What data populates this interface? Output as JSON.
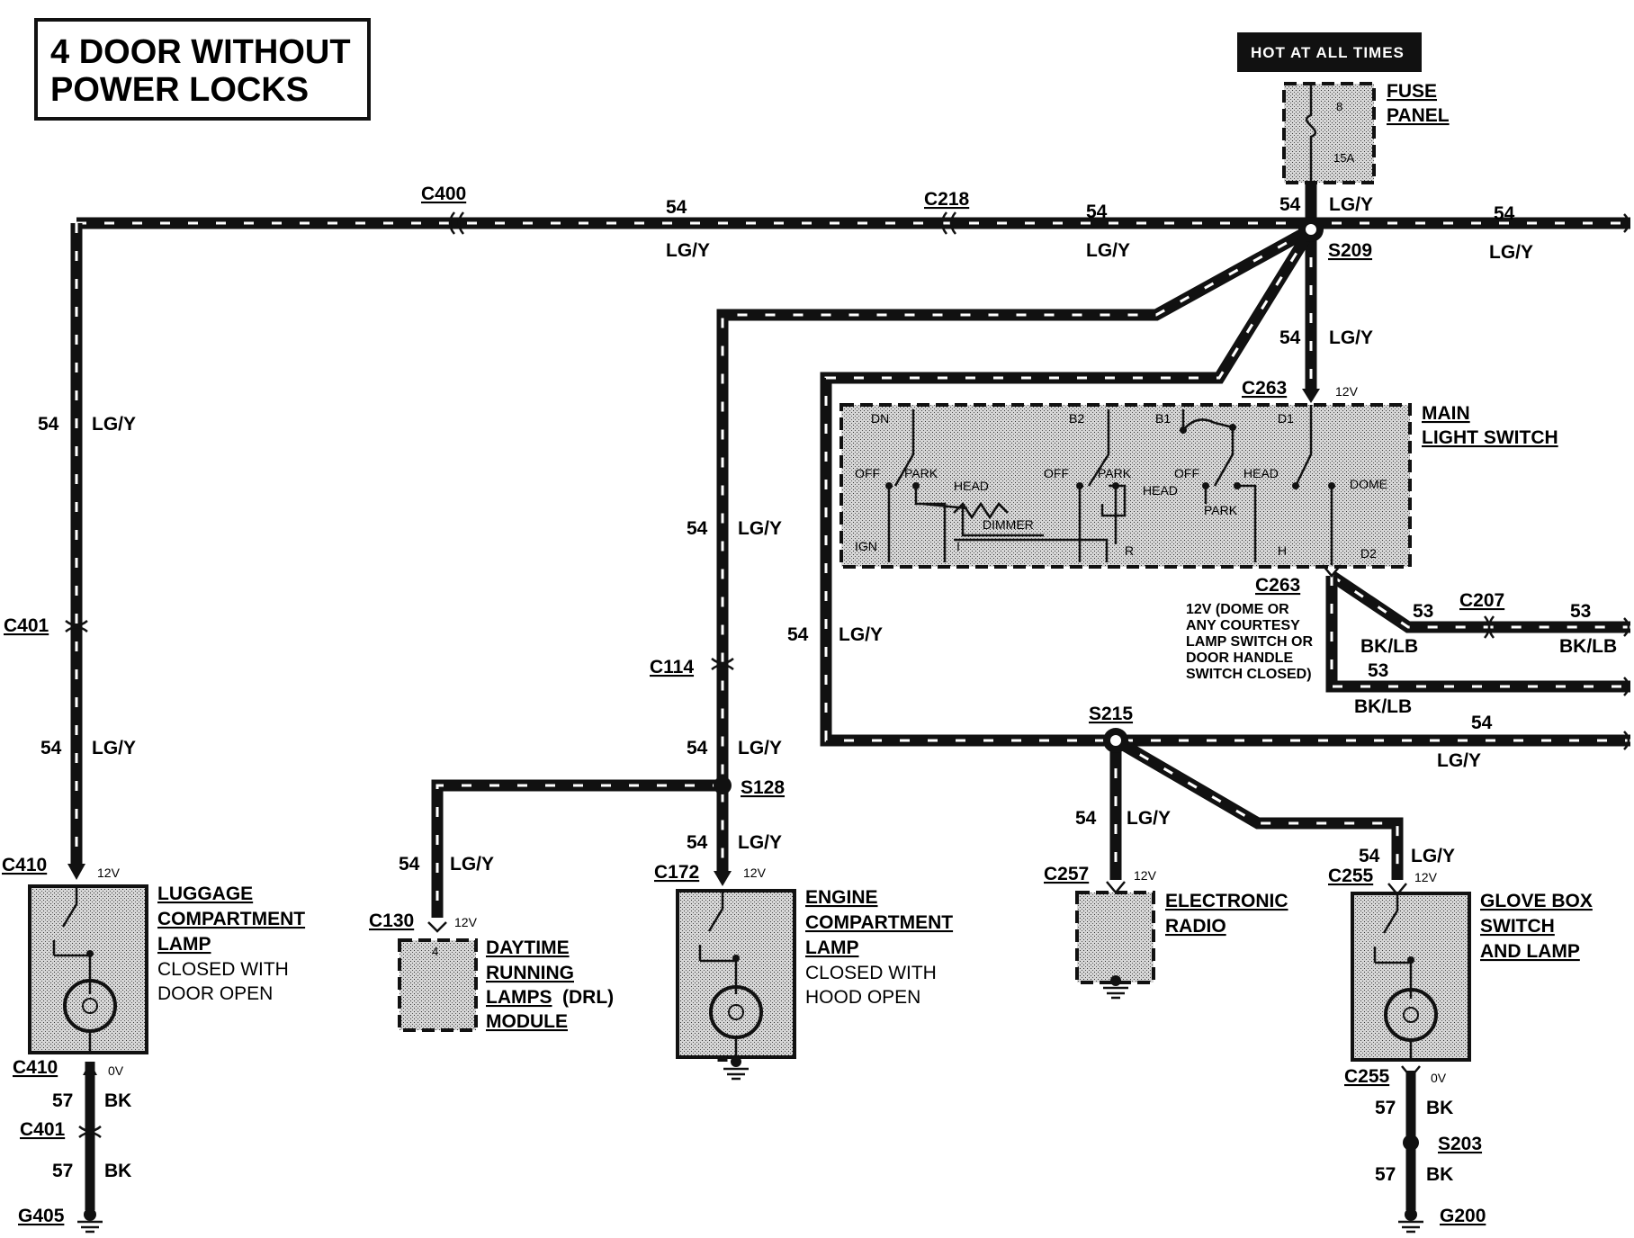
{
  "title": {
    "line1": "4 DOOR WITHOUT",
    "line2": "POWER LOCKS"
  },
  "hot_at_all_times": "HOT AT ALL TIMES",
  "fuse_panel": {
    "line1": "FUSE",
    "line2": "PANEL",
    "fuse_num": "8",
    "rating": "15A"
  },
  "splices": {
    "s209": "S209",
    "s215": "S215",
    "s128": "S128",
    "s203": "S203"
  },
  "connectors": {
    "c400": "C400",
    "c218": "C218",
    "c401_top": "C401",
    "c410_top": "C410",
    "c410_bot": "C410",
    "c401_bot": "C401",
    "c114": "C114",
    "c172": "C172",
    "c130": "C130",
    "c263_top": "C263",
    "c263_bot": "C263",
    "c207": "C207",
    "c257": "C257",
    "c255_top": "C255",
    "c255_bot": "C255"
  },
  "grounds": {
    "g405": "G405",
    "g200": "G200"
  },
  "wire": {
    "num54": "54",
    "num53": "53",
    "num57": "57",
    "lgy": "LG/Y",
    "bklb": "BK/LB",
    "bk": "BK"
  },
  "voltages": {
    "v12": "12V",
    "v0": "0V"
  },
  "components": {
    "main_light_switch": {
      "line1": "MAIN",
      "line2": "LIGHT SWITCH"
    },
    "luggage_lamp": {
      "line1": "LUGGAGE",
      "line2": "COMPARTMENT",
      "line3": "LAMP",
      "note1": "CLOSED WITH",
      "note2": "DOOR OPEN"
    },
    "drl": {
      "line1": "DAYTIME",
      "line2": "RUNNING",
      "line3": "LAMPS",
      "line3b": "(DRL)",
      "line4": "MODULE",
      "pin": "4"
    },
    "engine_lamp": {
      "line1": "ENGINE",
      "line2": "COMPARTMENT",
      "line3": "LAMP",
      "note1": "CLOSED WITH",
      "note2": "HOOD OPEN"
    },
    "radio": {
      "line1": "ELECTRONIC",
      "line2": "RADIO"
    },
    "glove_box": {
      "line1": "GLOVE BOX",
      "line2": "SWITCH",
      "line3": "AND LAMP"
    }
  },
  "switch_terminals": {
    "dn": "DN",
    "b2": "B2",
    "b1": "B1",
    "d1": "D1",
    "off": "OFF",
    "park": "PARK",
    "head": "HEAD",
    "dome": "DOME",
    "dimmer": "DIMMER",
    "ign": "IGN",
    "i": "I",
    "r": "R",
    "h": "H",
    "d2": "D2"
  },
  "c263_note": {
    "line1": "12V (DOME OR",
    "line2": "ANY COURTESY",
    "line3": "LAMP SWITCH  OR",
    "line4": "DOOR HANDLE",
    "line5": "SWITCH  CLOSED)"
  },
  "colors": {
    "wire": "#111111",
    "component_fill": "#c9c9c9",
    "background": "#ffffff"
  }
}
